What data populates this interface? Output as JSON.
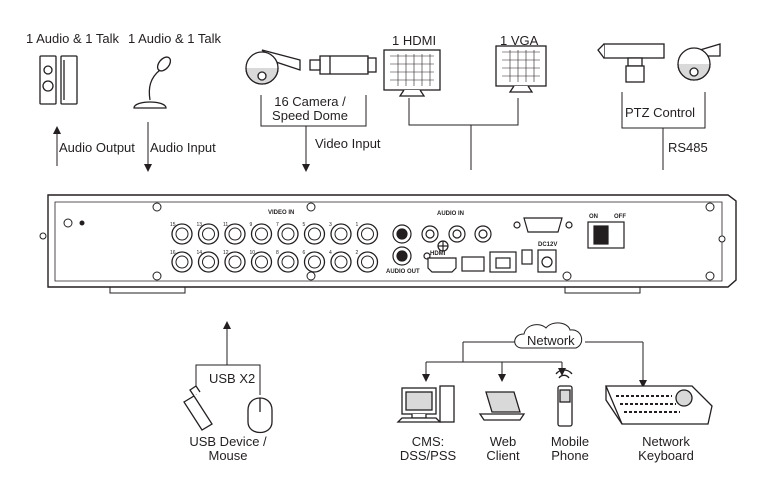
{
  "top_connections": {
    "audio_output_device": "1 Audio  & 1 Talk",
    "audio_input_device": "1 Audio & 1 Talk",
    "audio_output": "Audio  Output",
    "audio_input": "Audio  Input",
    "cameras_line1": "16 Camera /",
    "cameras_line2": "Speed Dome",
    "video_input": "Video Input",
    "hdmi": "1 HDMI",
    "vga": "1 VGA",
    "ptz_control": "PTZ Control",
    "rs485": "RS485"
  },
  "rear_panel": {
    "video_in": "VIDEO IN",
    "audio_in": "AUDIO IN",
    "audio_out": "AUDIO OUT",
    "hdmi_port": "HDMI",
    "power_on": "ON",
    "power_off": "OFF",
    "dc": "DC12V",
    "video_port_numbers_top": [
      "15",
      "13",
      "11",
      "9",
      "7",
      "5",
      "3",
      "1"
    ],
    "video_port_numbers_bottom": [
      "16",
      "14",
      "12",
      "10",
      "8",
      "6",
      "4",
      "2"
    ]
  },
  "bottom_connections": {
    "usb": "USB X2",
    "usb_device_line1": "USB Device /",
    "usb_device_line2": "Mouse",
    "network": "Network",
    "cms_line1": "CMS:",
    "cms_line2": "DSS/PSS",
    "web_line1": "Web",
    "web_line2": "Client",
    "mobile_line1": "Mobile",
    "mobile_line2": "Phone",
    "keyboard_line1": "Network",
    "keyboard_line2": "Keyboard"
  }
}
